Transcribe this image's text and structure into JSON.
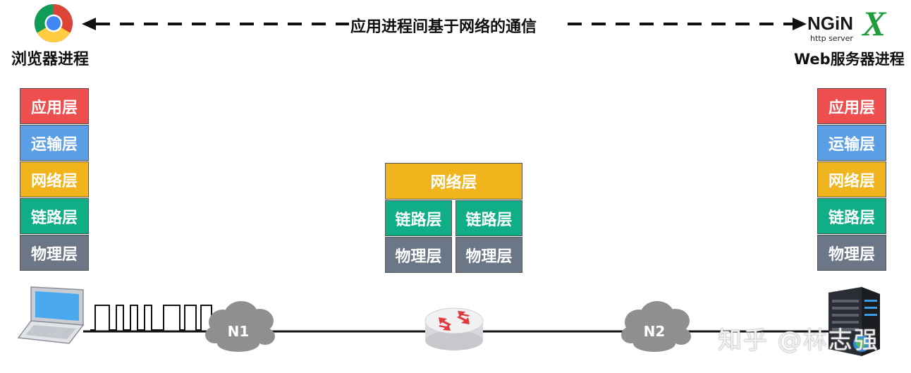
{
  "top": {
    "arrow_label": "应用进程间基于网络的通信",
    "left_caption": "浏览器进程",
    "right_caption": "Web服务器进程",
    "nginx_word": "NGiN",
    "nginx_x": "X",
    "nginx_sub": "http server"
  },
  "left_stack": [
    "应用层",
    "运输层",
    "网络层",
    "链路层",
    "物理层"
  ],
  "right_stack": [
    "应用层",
    "运输层",
    "网络层",
    "链路层",
    "物理层"
  ],
  "router_stack": {
    "network": "网络层",
    "left": [
      "链路层",
      "物理层"
    ],
    "right": [
      "链路层",
      "物理层"
    ]
  },
  "networks": {
    "n1": "N1",
    "n2": "N2"
  },
  "watermark": "知乎 @林志强",
  "colors": {
    "app": "#ee4e4e",
    "transport": "#5a9ee6",
    "network": "#f0b41c",
    "link": "#10ae86",
    "physical": "#6b7686"
  }
}
